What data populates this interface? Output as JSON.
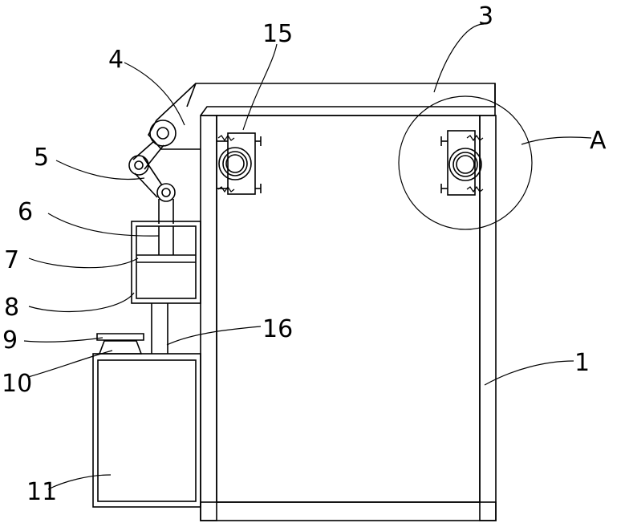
{
  "labels": {
    "l1": "1",
    "l3": "3",
    "l4": "4",
    "l5": "5",
    "l6": "6",
    "l7": "7",
    "l8": "8",
    "l9": "9",
    "l10": "10",
    "l11": "11",
    "l15": "15",
    "l16": "16",
    "lA": "A"
  }
}
